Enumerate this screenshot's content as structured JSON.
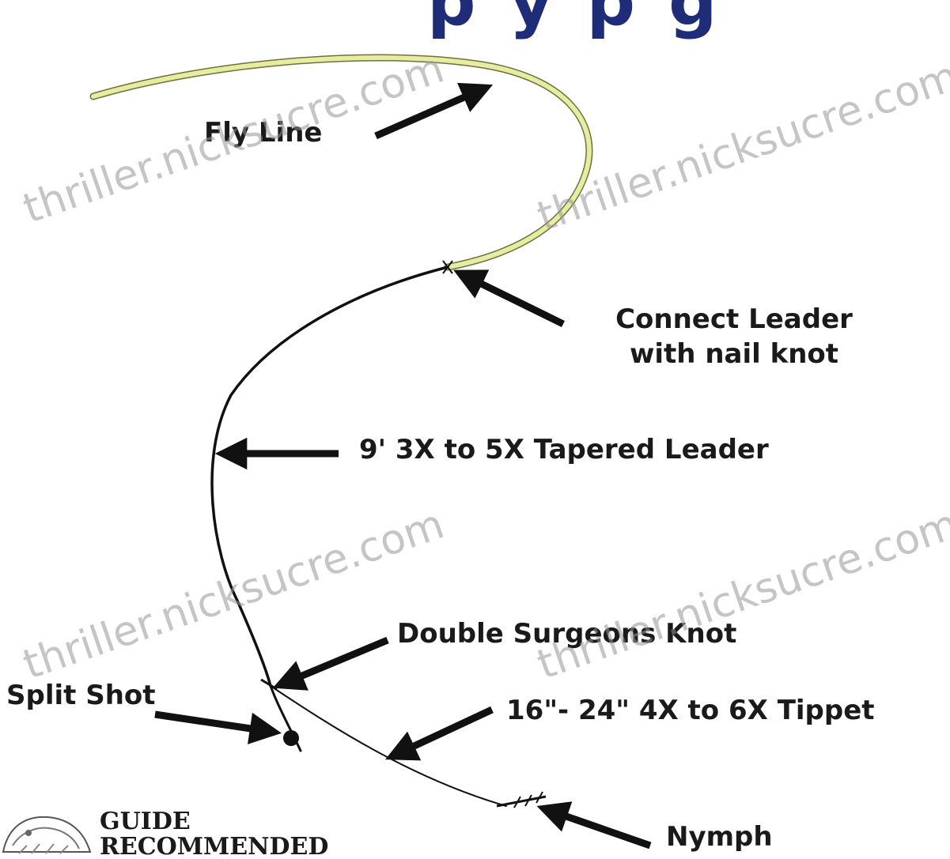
{
  "title_fragment": "p y  p  g",
  "labels": {
    "fly_line": "Fly Line",
    "connect_leader_1": "Connect Leader",
    "connect_leader_2": "with nail knot",
    "tapered_leader": "9' 3X to 5X Tapered Leader",
    "double_surgeons": "Double Surgeons Knot",
    "split_shot": "Split Shot",
    "tippet": "16\"- 24\" 4X to 6X Tippet",
    "nymph": "Nymph"
  },
  "badge": {
    "line1": "GUIDE",
    "line2": "RECOMMENDED"
  },
  "watermark": {
    "text": "thriller.nicksucre.com"
  },
  "colors": {
    "fly_line": "#e6eda0",
    "leader": "#111111",
    "arrow": "#111111",
    "title": "#1f2d78"
  }
}
